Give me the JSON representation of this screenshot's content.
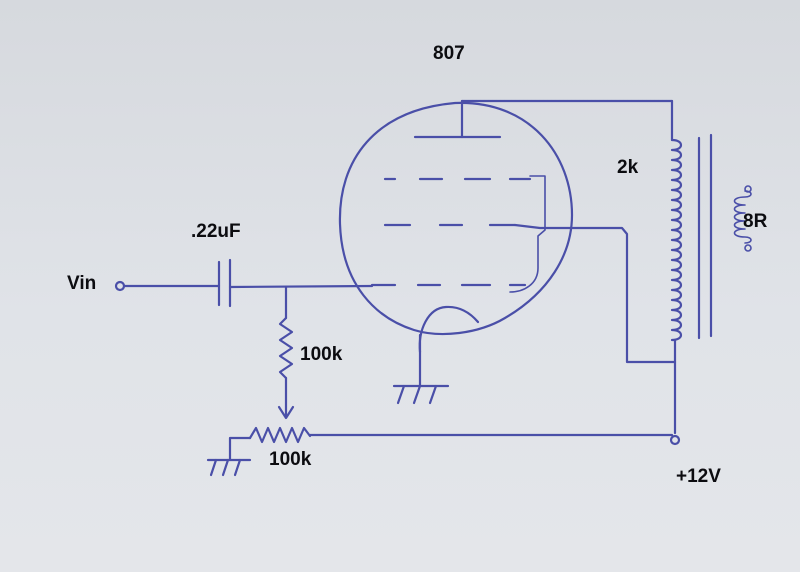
{
  "labels": {
    "tube": "807",
    "primary_impedance": "2k",
    "speaker_impedance": "8R",
    "coupling_cap": ".22uF",
    "input": "Vin",
    "grid_resistor": "100k",
    "potentiometer": "100k",
    "supply": "+12V"
  },
  "colors": {
    "ink": "#4a4fa8",
    "text": "#0c0c10",
    "paper": "#dcdfe4"
  }
}
